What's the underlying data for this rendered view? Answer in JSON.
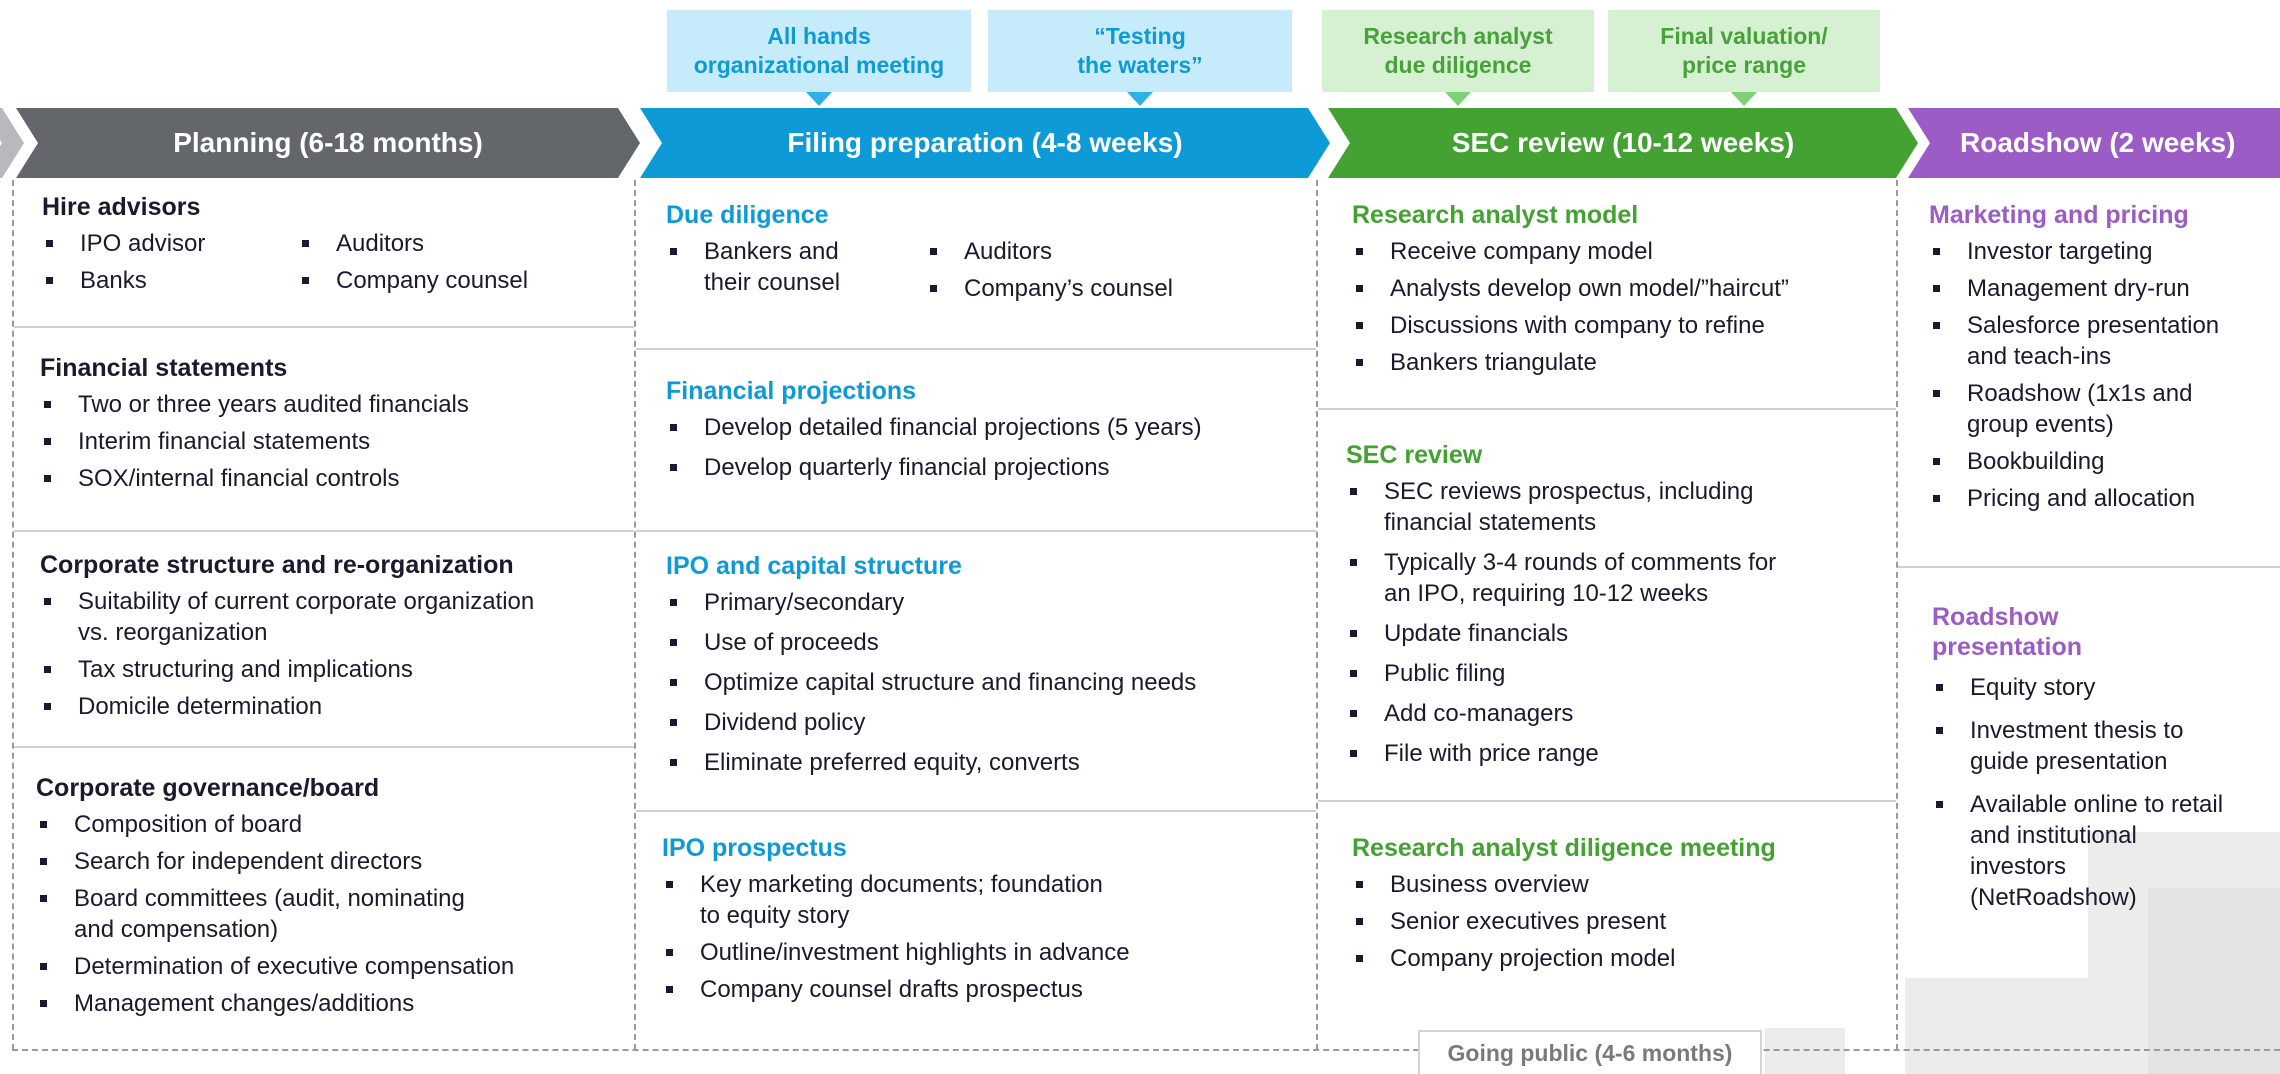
{
  "callouts": [
    {
      "id": "org-meeting",
      "text": "All hands\norganizational meeting",
      "tone": "blue"
    },
    {
      "id": "testing-waters",
      "text": "“Testing\nthe waters”",
      "tone": "blue"
    },
    {
      "id": "research-dd",
      "text": "Research analyst\ndue diligence",
      "tone": "green"
    },
    {
      "id": "final-valuation",
      "text": "Final valuation/\nprice range",
      "tone": "green"
    }
  ],
  "phases": {
    "planning": "Planning (6-18 months)",
    "filing": "Filing preparation (4-8 weeks)",
    "sec": "SEC review (10-12 weeks)",
    "roadshow": "Roadshow (2 weeks)"
  },
  "planning": {
    "hire": {
      "title": "Hire advisors",
      "col1": [
        "IPO advisor",
        "Banks"
      ],
      "col2": [
        "Auditors",
        "Company counsel"
      ]
    },
    "financial": {
      "title": "Financial statements",
      "items": [
        "Two or three years audited financials",
        "Interim financial statements",
        "SOX/internal financial controls"
      ]
    },
    "corporate": {
      "title": "Corporate structure and re-organization",
      "items": [
        "Suitability of current corporate organization\nvs. reorganization",
        "Tax structuring and implications",
        "Domicile determination"
      ]
    },
    "governance": {
      "title": "Corporate governance/board",
      "items": [
        "Composition of board",
        "Search for independent directors",
        "Board committees (audit, nominating\nand compensation)",
        "Determination of executive compensation",
        "Management changes/additions"
      ]
    }
  },
  "filing": {
    "dd": {
      "title": "Due diligence",
      "col1": [
        "Bankers and\ntheir counsel"
      ],
      "col2": [
        "Auditors",
        "Company’s counsel"
      ]
    },
    "projections": {
      "title": "Financial projections",
      "items": [
        "Develop detailed financial projections (5 years)",
        "Develop quarterly financial projections"
      ]
    },
    "capital": {
      "title": "IPO and capital structure",
      "items": [
        "Primary/secondary",
        "Use of proceeds",
        "Optimize capital structure and financing needs",
        "Dividend policy",
        "Eliminate preferred equity, converts"
      ]
    },
    "prospectus": {
      "title": "IPO prospectus",
      "items": [
        "Key marketing documents; foundation\nto equity story",
        "Outline/investment highlights in advance",
        "Company counsel drafts prospectus"
      ]
    }
  },
  "sec": {
    "model": {
      "title": "Research analyst model",
      "items": [
        "Receive company model",
        "Analysts develop own model/”haircut”",
        "Discussions with company to refine",
        "Bankers triangulate"
      ]
    },
    "review": {
      "title": "SEC review",
      "items": [
        "SEC reviews prospectus, including\nfinancial statements",
        "Typically 3-4 rounds of comments for\nan IPO, requiring 10-12 weeks",
        "Update financials",
        "Public filing",
        "Add co-managers",
        "File with price range"
      ]
    },
    "meeting": {
      "title": "Research analyst diligence meeting",
      "items": [
        "Business overview",
        "Senior executives present",
        "Company projection model"
      ]
    }
  },
  "roadshow": {
    "marketing": {
      "title": "Marketing and pricing",
      "items": [
        "Investor targeting",
        "Management dry-run",
        "Salesforce presentation\nand teach-ins",
        "Roadshow (1x1s and\ngroup events)",
        "Bookbuilding",
        "Pricing and allocation"
      ]
    },
    "presentation": {
      "title": "Roadshow\npresentation",
      "items": [
        "Equity story",
        "Investment thesis to\nguide presentation",
        "Available online to retail\nand institutional\ninvestors\n(NetRoadshow)"
      ]
    }
  },
  "footer": {
    "going_public": "Going public (4-6 months)"
  },
  "colors": {
    "planning": "#63666a",
    "filing": "#0e9ad6",
    "sec": "#43a232",
    "roadshow": "#9b5cc5",
    "blue_light": "#c6ecfb",
    "green_light": "#d6f0d2"
  }
}
